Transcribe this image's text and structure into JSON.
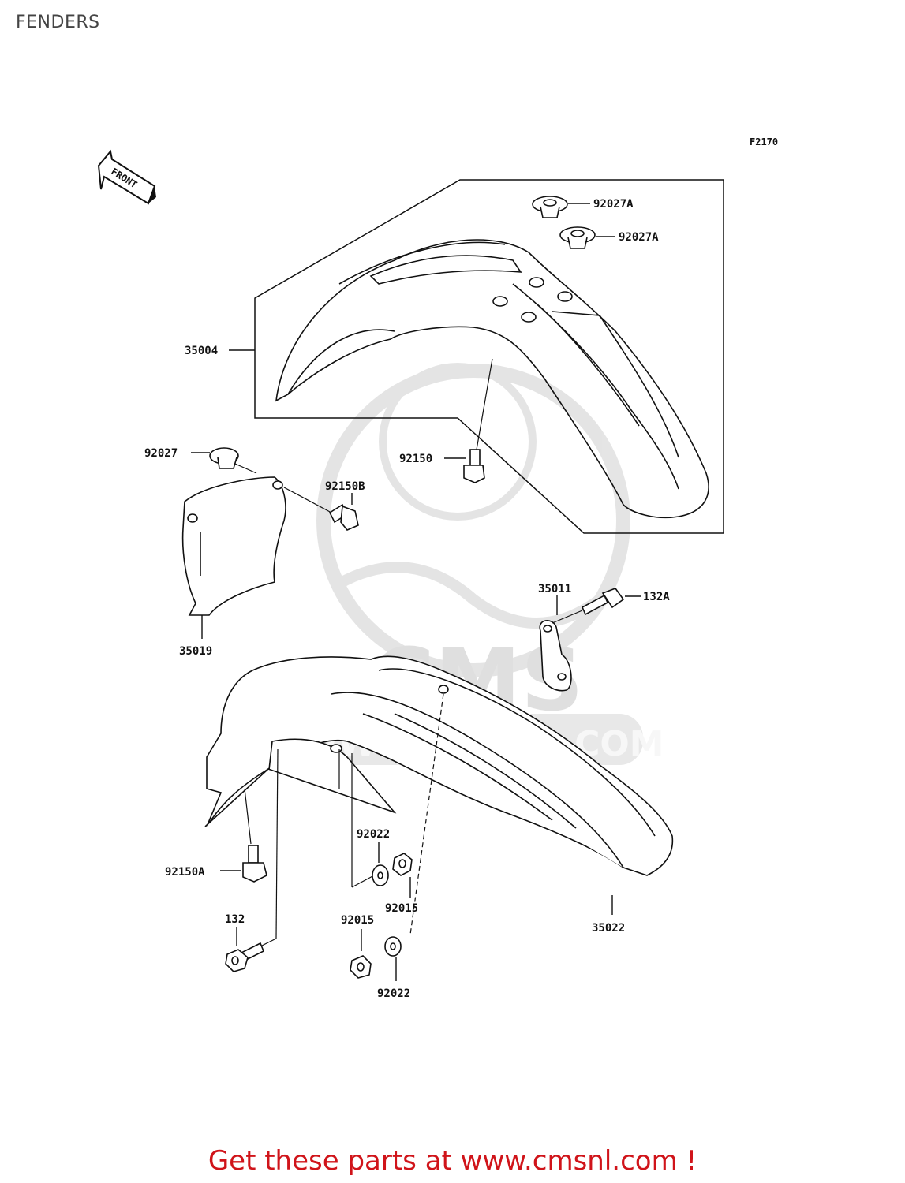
{
  "page": {
    "title": "FENDERS",
    "figure_ref": "F2170"
  },
  "orientation": {
    "front_label": "FRONT"
  },
  "watermark": {
    "brand": "CMS",
    "site": "WWW.CMSNL.COM"
  },
  "parts": {
    "p92027A_1": "92027A",
    "p92027A_2": "92027A",
    "p35004": "35004",
    "p92027": "92027",
    "p92150": "92150",
    "p92150B": "92150B",
    "p35019": "35019",
    "p35011": "35011",
    "p132A": "132A",
    "p92022_1": "92022",
    "p92015_1": "92015",
    "p92150A": "92150A",
    "p132": "132",
    "p92015_2": "92015",
    "p35022": "35022",
    "p92022_2": "92022"
  },
  "footer": {
    "text": "Get these parts at www.cmsnl.com !"
  },
  "colors": {
    "footer": "#d0141a",
    "lines": "#111111",
    "watermark": "#dcdcdc"
  }
}
